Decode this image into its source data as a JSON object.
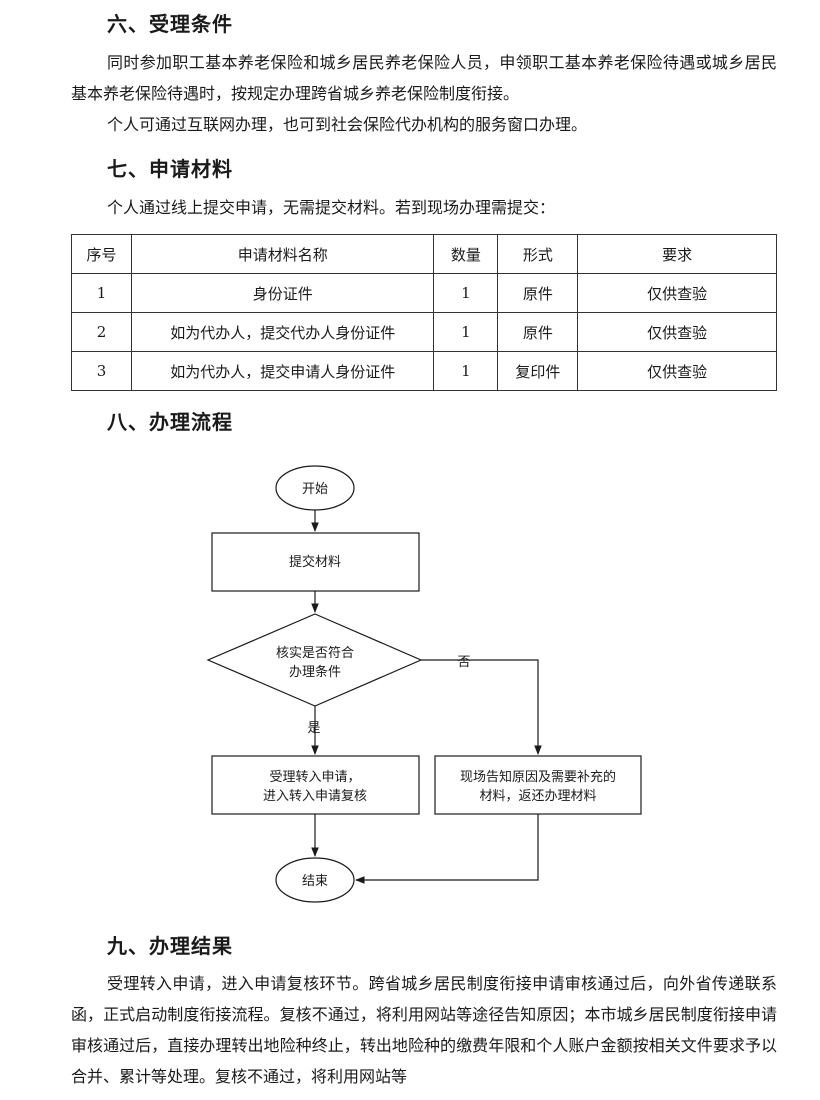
{
  "sec6": {
    "heading": "六、受理条件",
    "para1": "同时参加职工基本养老保险和城乡居民养老保险人员，申领职工基本养老保险待遇或城乡居民基本养老保险待遇时，按规定办理跨省城乡养老保险制度衔接。",
    "para2": "个人可通过互联网办理，也可到社会保险代办机构的服务窗口办理。"
  },
  "sec7": {
    "heading": "七、申请材料",
    "intro": "个人通过线上提交申请，无需提交材料。若到现场办理需提交：",
    "table": {
      "headers": [
        "序号",
        "申请材料名称",
        "数量",
        "形式",
        "要求"
      ],
      "rows": [
        [
          "1",
          "身份证件",
          "1",
          "原件",
          "仅供查验"
        ],
        [
          "2",
          "如为代办人，提交代办人身份证件",
          "1",
          "原件",
          "仅供查验"
        ],
        [
          "3",
          "如为代办人，提交申请人身份证件",
          "1",
          "复印件",
          "仅供查验"
        ]
      ]
    }
  },
  "sec8": {
    "heading": "八、办理流程",
    "flow": {
      "start": "开始",
      "submit": "提交材料",
      "decision_line1": "核实是否符合",
      "decision_line2": "办理条件",
      "yes": "是",
      "no": "否",
      "accept_line1": "受理转入申请，",
      "accept_line2": "进入转入申请复核",
      "reject_line1": "现场告知原因及需要补充的",
      "reject_line2": "材料，返还办理材料",
      "end": "结束"
    }
  },
  "sec9": {
    "heading": "九、办理结果",
    "para": "受理转入申请，进入申请复核环节。跨省城乡居民制度衔接申请审核通过后，向外省传递联系函，正式启动制度衔接流程。复核不通过，将利用网站等途径告知原因；本市城乡居民制度衔接申请审核通过后，直接办理转出地险种终止，转出地险种的缴费年限和个人账户金额按相关文件要求予以合并、累计等处理。复核不通过，将利用网站等"
  }
}
